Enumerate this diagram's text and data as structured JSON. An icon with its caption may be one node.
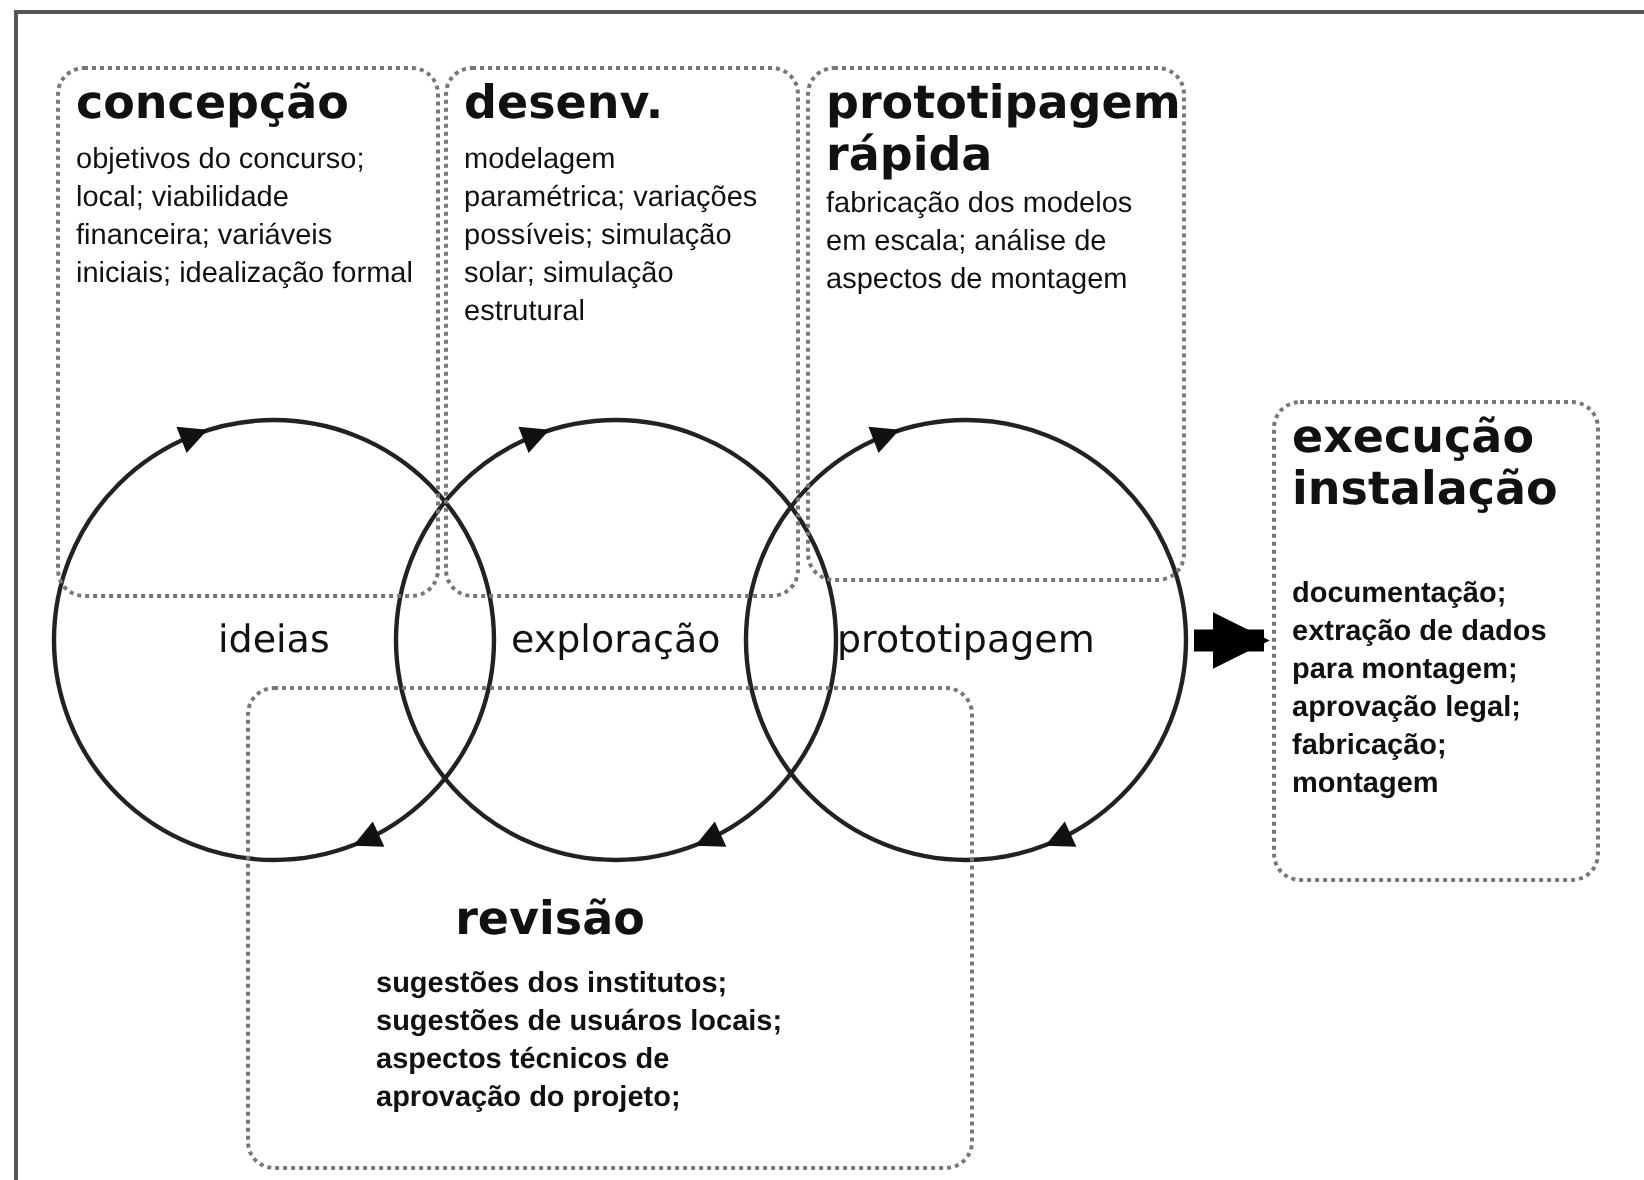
{
  "diagram": {
    "nodes": [
      {
        "text": [
          "concepção",
          "objetivos do concurso; local; viabilidade financeira; variáveis iniciais; idealização formal"
        ]
      },
      {
        "text": [
          "desenv.",
          "modelagem paramétrica; variações possíveis; simulação solar; simulação estrutural"
        ]
      },
      {
        "text": [
          "prototipagem rápida",
          "fabricação dos modelos em escala; análise de aspectos de montagem"
        ]
      },
      {
        "text": [
          "execução instalação",
          "documentação; extração de dados para montagem; aprovação legal; fabricação; montagem"
        ]
      },
      {
        "text": [
          "revisão",
          "sugestões dos institutos; sugestões de usuáros locais; aspectos técnicos de aprovação do projeto;"
        ]
      },
      {
        "text": [
          "ideias"
        ]
      },
      {
        "text": [
          "exploração"
        ]
      },
      {
        "text": [
          "prototipagem"
        ]
      }
    ],
    "edges": [
      {
        "from": 7,
        "to": 3,
        "arrow": "to"
      }
    ]
  }
}
